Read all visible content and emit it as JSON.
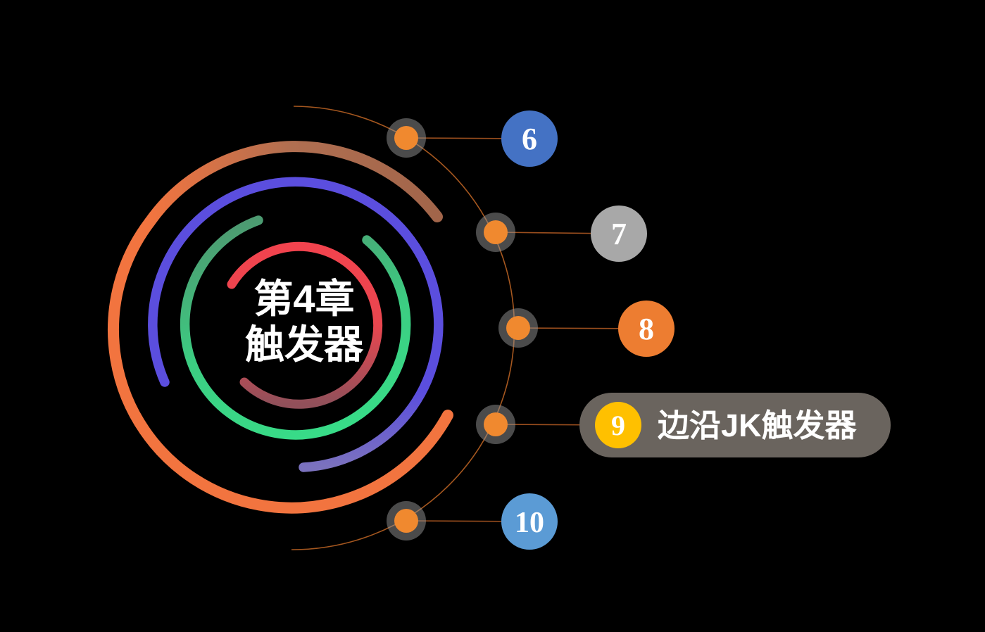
{
  "background": "#000000",
  "title": {
    "line1": "第4章",
    "line2": "触发器",
    "color": "#ffffff"
  },
  "rings": {
    "outer": {
      "orange": "#F2743F",
      "salmon": "#B06F51",
      "brown": "#A2654A"
    },
    "purple": {
      "vivid": "#5B4EDE",
      "muted": "#7B72BE"
    },
    "green": {
      "dark": "#4E9770",
      "mid": "#3CCD82",
      "bright": "#38DC88"
    },
    "red": {
      "bright": "#F2434E",
      "mid": "#E9464F",
      "maroon": "#91505A"
    }
  },
  "orbit": {
    "arc_color": "#A5571F",
    "line_color": "#9C4F1E",
    "dot_color": "#F0892F",
    "halo_color": "rgba(150,150,150,0.5)"
  },
  "nodes": [
    {
      "label": "6",
      "color": "#4472C4"
    },
    {
      "label": "7",
      "color": "#A8A8A8"
    },
    {
      "label": "8",
      "color": "#ED7D31"
    },
    {
      "label": "9",
      "color": "#FFC000",
      "text": "边沿JK触发器",
      "pill_color": "#6A645E"
    },
    {
      "label": "10",
      "color": "#5B9BD5"
    }
  ]
}
